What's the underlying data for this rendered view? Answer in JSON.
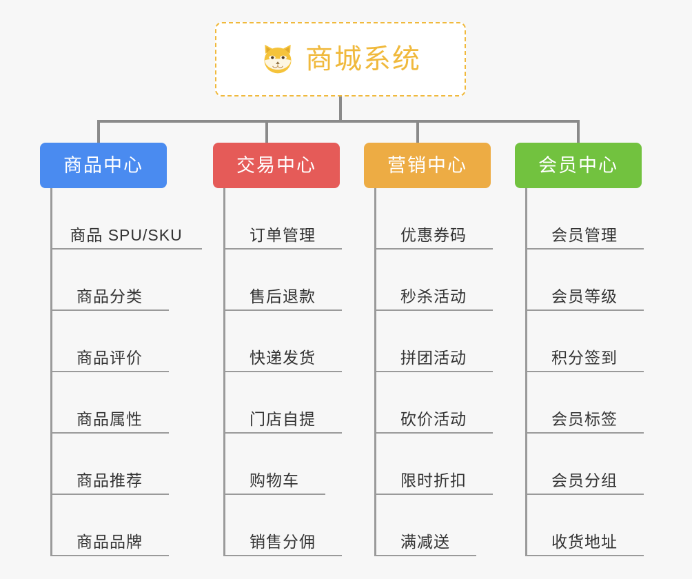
{
  "root": {
    "title": "商城系统",
    "icon": "shiba-dog-emoji",
    "border_color": "#f0b93c",
    "text_color": "#f0b93c",
    "background": "#ffffff"
  },
  "canvas": {
    "background": "#f7f7f7",
    "connector_color": "#8a8a8a",
    "leaf_line_color": "#9a9a9a"
  },
  "columns": [
    {
      "title": "商品中心",
      "color": "#4a8bf0",
      "leaves": [
        {
          "label": "商品 SPU/SKU"
        },
        {
          "label": "商品分类"
        },
        {
          "label": "商品评价"
        },
        {
          "label": "商品属性"
        },
        {
          "label": "商品推荐"
        },
        {
          "label": "商品品牌"
        }
      ]
    },
    {
      "title": "交易中心",
      "color": "#e55b58",
      "leaves": [
        {
          "label": "订单管理"
        },
        {
          "label": "售后退款"
        },
        {
          "label": "快递发货"
        },
        {
          "label": "门店自提"
        },
        {
          "label": "购物车"
        },
        {
          "label": "销售分佣"
        }
      ]
    },
    {
      "title": "营销中心",
      "color": "#edac44",
      "leaves": [
        {
          "label": "优惠券码"
        },
        {
          "label": "秒杀活动"
        },
        {
          "label": "拼团活动"
        },
        {
          "label": "砍价活动"
        },
        {
          "label": "限时折扣"
        },
        {
          "label": "满减送"
        }
      ]
    },
    {
      "title": "会员中心",
      "color": "#72c23f",
      "leaves": [
        {
          "label": "会员管理"
        },
        {
          "label": "会员等级"
        },
        {
          "label": "积分签到"
        },
        {
          "label": "会员标签"
        },
        {
          "label": "会员分组"
        },
        {
          "label": "收货地址"
        }
      ]
    }
  ]
}
